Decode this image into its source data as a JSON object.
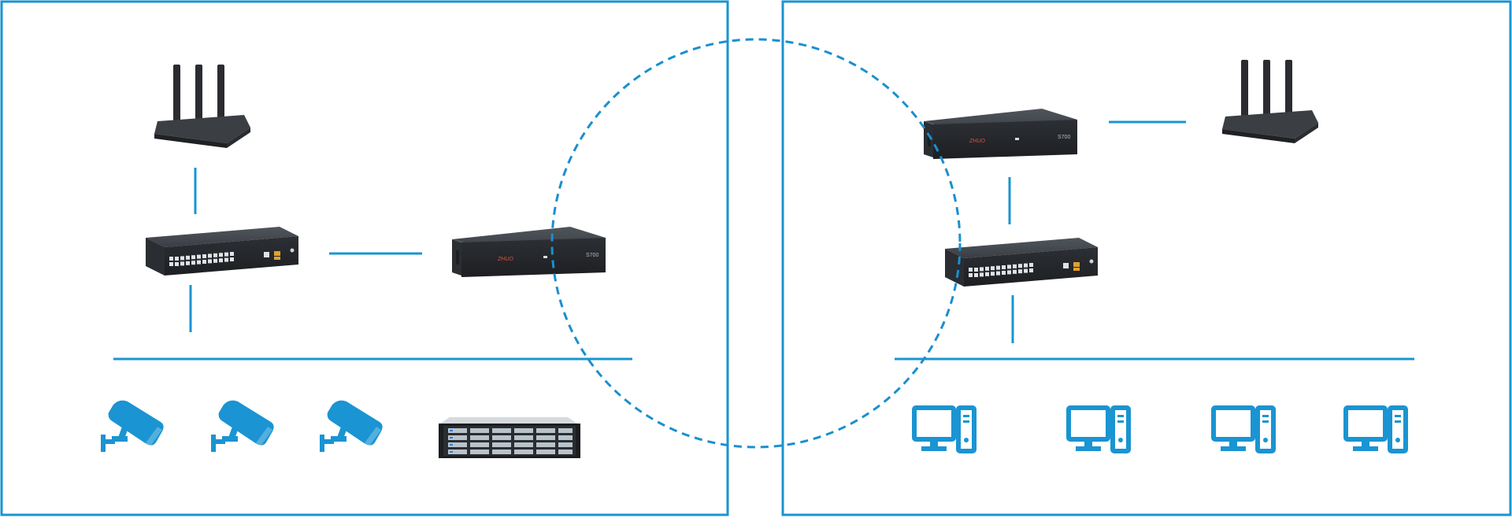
{
  "colors": {
    "accent": "#1a94d2",
    "dashed_circle": "#1a8fcf",
    "device_body": "#35383d",
    "device_top": "#44484e",
    "device_front": "#24272b",
    "port": "#d9dde1",
    "brand_red": "#c0392b"
  },
  "devices": {
    "gateway_left": {
      "brand": "ZHUO",
      "model": "S700"
    },
    "gateway_right": {
      "brand": "ZHUO",
      "model": "S700"
    }
  },
  "icons": {
    "router": "router-icon",
    "switch": "switch-icon",
    "gateway": "gateway-icon",
    "camera": "camera-icon",
    "storage": "storage-server-icon",
    "computer": "desktop-computer-icon"
  }
}
